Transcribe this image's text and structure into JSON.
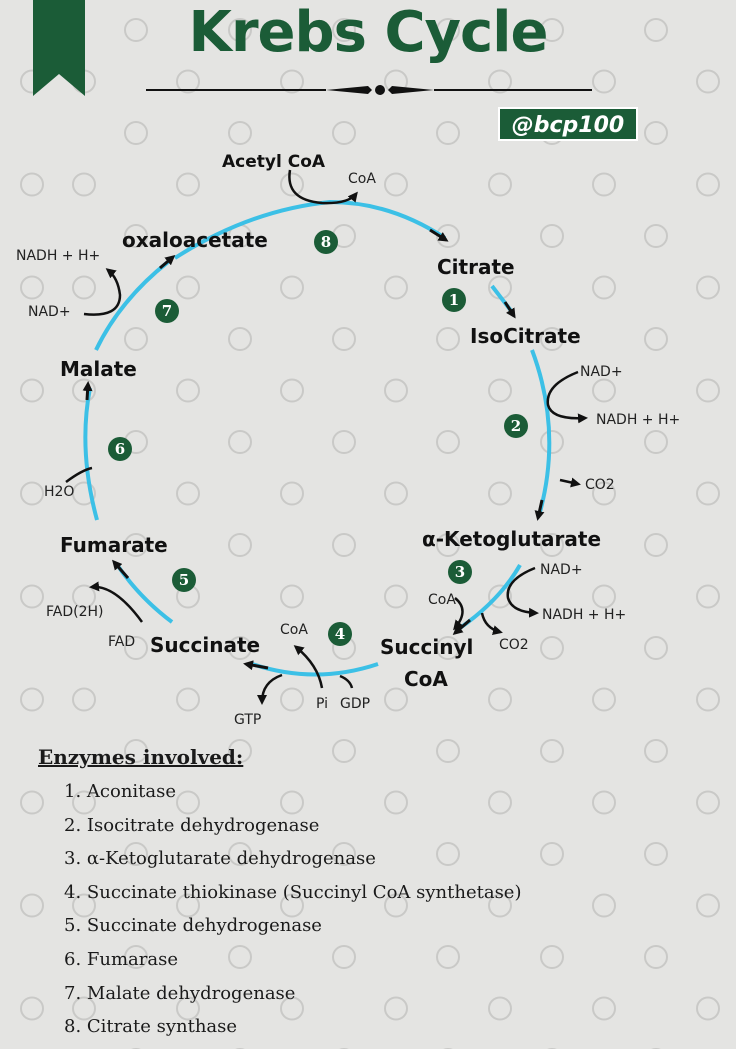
{
  "header": {
    "title": "Krebs Cycle",
    "handle": "@bcp100"
  },
  "cycle": {
    "metabolites": {
      "acetyl_coa": "Acetyl CoA",
      "citrate": "Citrate",
      "isocitrate": "IsoCitrate",
      "alpha_ketoglutarate": "α-Ketoglutarate",
      "succinyl_coa_1": "Succinyl",
      "succinyl_coa_2": "CoA",
      "succinate": "Succinate",
      "fumarate": "Fumarate",
      "malate": "Malate",
      "oxaloacetate": "oxaloacetate"
    },
    "cofactors": {
      "coa_out_8": "CoA",
      "nad_in_2": "NAD+",
      "nadh_out_2": "NADH + H+",
      "co2_out_2": "CO2",
      "nad_in_3": "NAD+",
      "nadh_out_3": "NADH + H+",
      "coa_in_3": "CoA",
      "co2_out_3": "CO2",
      "coa_out_4": "CoA",
      "pi_in_4": "Pi",
      "gdp_in_4": "GDP",
      "gtp_out_4": "GTP",
      "fad_in_5": "FAD",
      "fadh_out_5": "FAD(2H)",
      "h2o_in_6": "H2O",
      "nad_in_7": "NAD+",
      "nadh_out_7": "NADH + H+"
    },
    "steps": [
      "1",
      "2",
      "3",
      "4",
      "5",
      "6",
      "7",
      "8"
    ]
  },
  "enzymes": {
    "heading": "Enzymes involved:",
    "items": [
      "1. Aconitase",
      "2. Isocitrate dehydrogenase",
      "3. α-Ketoglutarate dehydrogenase",
      "4. Succinate thiokinase (Succinyl CoA synthetase)",
      "5. Succinate dehydrogenase",
      "6. Fumarase",
      "7. Malate dehydrogenase",
      "8. Citrate synthase"
    ]
  },
  "colors": {
    "green": "#1b5c37",
    "cycle_line": "#3cc0e6",
    "background": "#e4e4e2",
    "dots": "#c9c9c7"
  }
}
